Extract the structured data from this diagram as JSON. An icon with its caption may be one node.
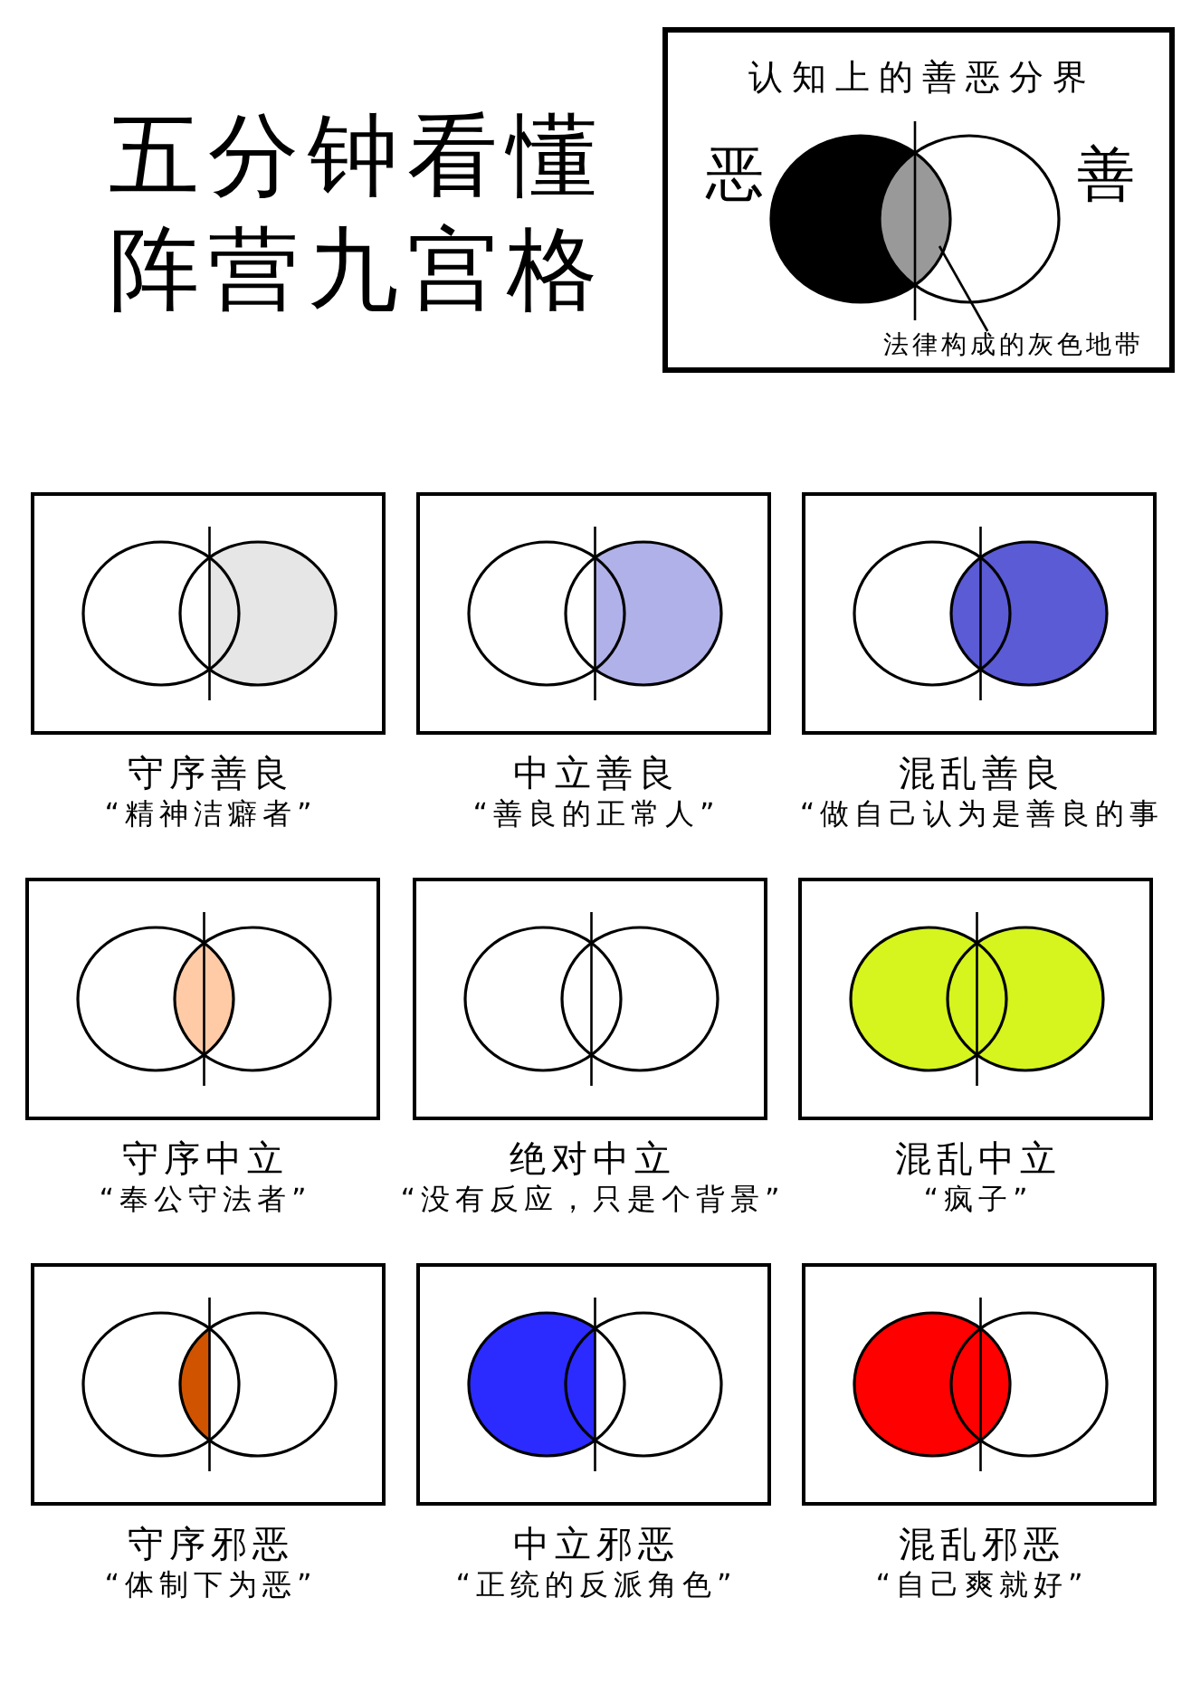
{
  "diagram": {
    "title": "五分钟看懂阵营九宫格",
    "nodes": [
      {
        "text": [
          "认知上的善恶分界",
          "恶",
          "善"
        ]
      },
      {
        "text": [],
        "shape": "lens",
        "in": 0
      },
      {
        "text": [
          "法律构成的灰色地带"
        ],
        "in": 0
      },
      {
        "text": [
          "守序善良",
          "“精神洁癖者”"
        ]
      },
      {
        "text": [
          "中立善良",
          "“善良的正常人”"
        ]
      },
      {
        "text": [
          "混乱善良",
          "“做自己认为是善良的事"
        ]
      },
      {
        "text": [
          "守序中立",
          "“奉公守法者”"
        ]
      },
      {
        "text": [
          "绝对中立",
          "“没有反应，只是个背景”"
        ]
      },
      {
        "text": [
          "混乱中立",
          "“疯子”"
        ]
      },
      {
        "text": [
          "守序邪恶",
          "“体制下为恶”"
        ]
      },
      {
        "text": [
          "中立邪恶",
          "“正统的反派角色”"
        ]
      },
      {
        "text": [
          "混乱邪恶",
          "“自己爽就好”"
        ]
      }
    ],
    "edges": [
      {
        "from": 2,
        "to": 1,
        "arrow": "none"
      }
    ]
  }
}
